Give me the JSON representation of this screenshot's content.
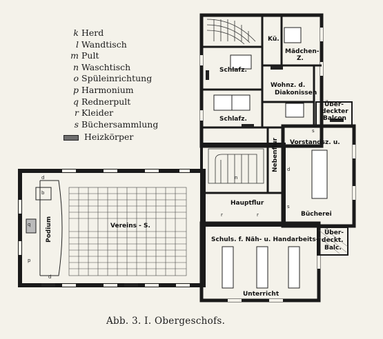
{
  "legend": [
    {
      "key": "k",
      "label": "Herd"
    },
    {
      "key": "l",
      "label": "Wandtisch"
    },
    {
      "key": "m",
      "label": "Pult"
    },
    {
      "key": "n",
      "label": "Waschtisch"
    },
    {
      "key": "o",
      "label": "Spüleinrichtung"
    },
    {
      "key": "p",
      "label": "Harmonium"
    },
    {
      "key": "q",
      "label": "Rednerpult"
    },
    {
      "key": "r",
      "label": "Kleider"
    },
    {
      "key": "s",
      "label": "Büchersammlung"
    }
  ],
  "legend_heizkoerper": "Heizkörper",
  "rooms": {
    "kueche": "Kü.",
    "maedchen_1": "Mädchen-",
    "maedchen_2": "Z.",
    "schlafz_1": "Schlafz.",
    "schlafz_2": "Schlafz.",
    "wohnz_1": "Wohnz. d.",
    "wohnz_2": "Diakonissen",
    "balcon_1": "Über-",
    "balcon_2": "deckter",
    "balcon_3": "Balcon",
    "vorstandsz": "Vorstandsz. u.",
    "buecherei": "Bücherei",
    "nebenflur": "Nebenflur",
    "hauptflur": "Hauptflur",
    "schulsaal": "Schuls. f. Näh- u. Handarbeits-",
    "unterricht": "Unterricht",
    "balc_1": "Über-",
    "balc_2": "deckt.",
    "balc_3": "Balc.",
    "vereins": "Vereins - S.",
    "podium": "Podium"
  },
  "marks": {
    "d1": "d",
    "b": "b",
    "q": "q",
    "p": "p",
    "d2": "d",
    "s1": "s",
    "d3": "d",
    "s2": "s",
    "n": "n",
    "r1": "r",
    "r2": "r"
  },
  "caption": "Abb. 3.   I. Obergeschofs."
}
